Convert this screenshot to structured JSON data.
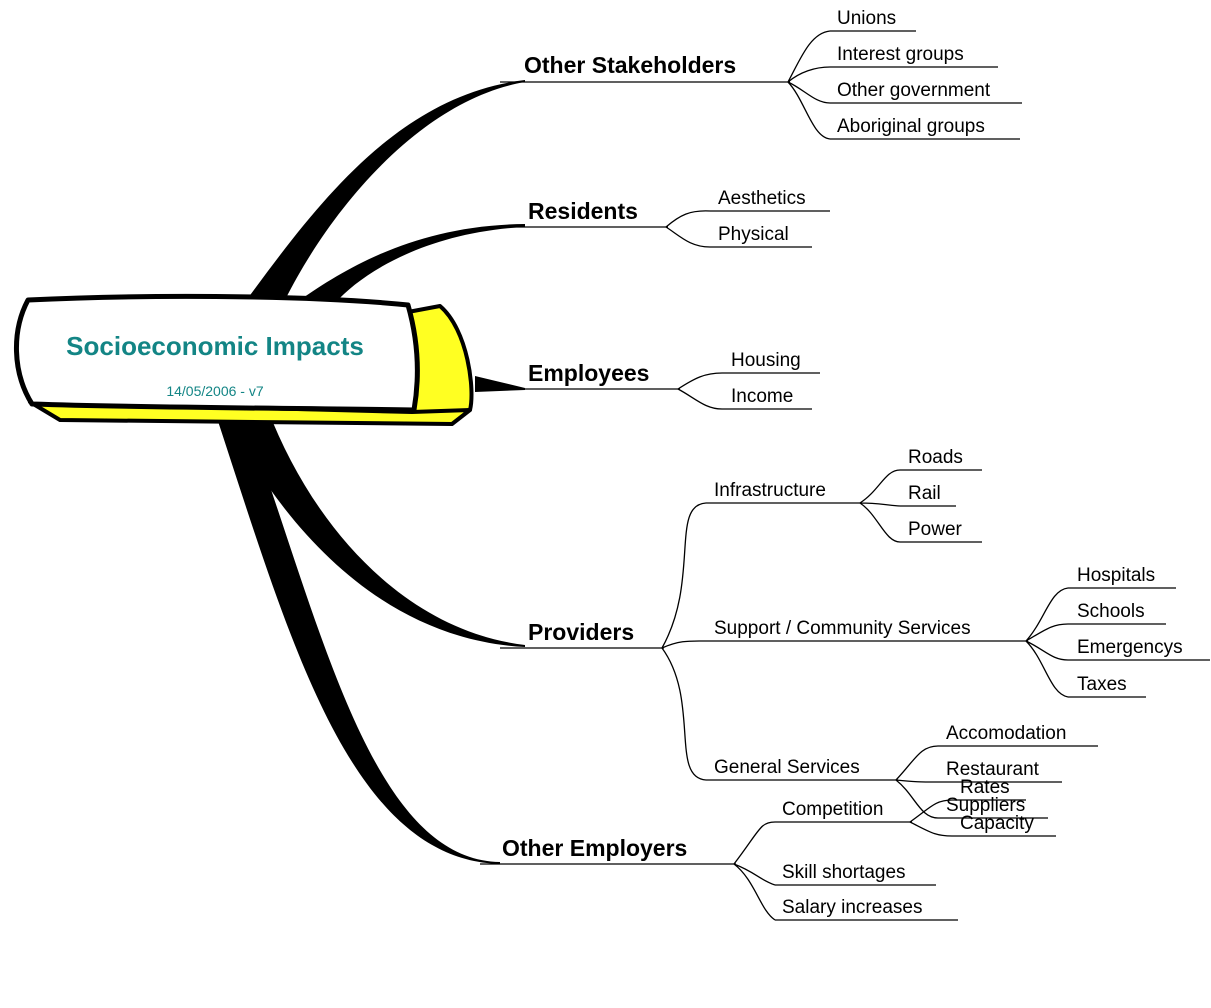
{
  "central": {
    "title": "Socioeconomic Impacts",
    "subtitle": "14/05/2006 - v7"
  },
  "colors": {
    "title": "#138585",
    "box_fill": "#ffff22",
    "ink": "#000000"
  },
  "branches": [
    {
      "label": "Other Stakeholders",
      "children": [
        "Unions",
        "Interest groups",
        "Other government",
        "Aboriginal groups"
      ]
    },
    {
      "label": "Residents",
      "children": [
        "Aesthetics",
        "Physical"
      ]
    },
    {
      "label": "Employees",
      "children": [
        "Housing",
        "Income"
      ]
    },
    {
      "label": "Providers",
      "groups": [
        {
          "label": "Infrastructure",
          "children": [
            "Roads",
            "Rail",
            "Power"
          ]
        },
        {
          "label": "Support / Community Services",
          "children": [
            "Hospitals",
            "Schools",
            "Emergencys",
            "Taxes"
          ]
        },
        {
          "label": "General Services",
          "children": [
            "Accomodation",
            "Restaurant",
            "Suppliers"
          ]
        }
      ]
    },
    {
      "label": "Other Employers",
      "groups": [
        {
          "label": "Competition",
          "children": [
            "Rates",
            "Capacity"
          ]
        },
        {
          "label": "Skill shortages"
        },
        {
          "label": "Salary increases"
        }
      ]
    }
  ]
}
